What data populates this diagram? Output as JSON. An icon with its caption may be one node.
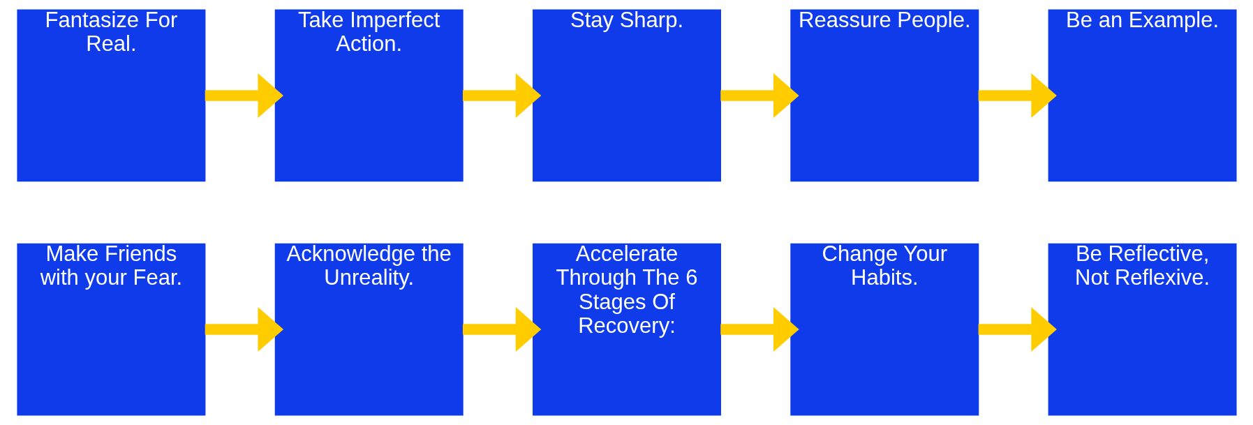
{
  "diagram": {
    "nodes": [
      {
        "text": [
          "Make Friends with your Fear."
        ]
      },
      {
        "text": [
          "Acknowledge the Unreality."
        ]
      },
      {
        "text": [
          "Accelerate Through The 6 Stages Of Recovery:"
        ]
      },
      {
        "text": [
          "Change Your Habits."
        ]
      },
      {
        "text": [
          "Be Reflective, Not Reflexive."
        ]
      },
      {
        "text": [
          "Fantasize For Real."
        ]
      },
      {
        "text": [
          "Take Imperfect Action."
        ]
      },
      {
        "text": [
          "Stay Sharp."
        ]
      },
      {
        "text": [
          "Reassure People."
        ]
      },
      {
        "text": [
          "Be an Example."
        ]
      }
    ],
    "edges": [
      {
        "from": 0,
        "to": 1,
        "arrow": "to"
      },
      {
        "from": 1,
        "to": 2,
        "arrow": "to"
      },
      {
        "from": 2,
        "to": 3,
        "arrow": "to"
      },
      {
        "from": 3,
        "to": 4,
        "arrow": "to"
      },
      {
        "from": 5,
        "to": 6,
        "arrow": "to"
      },
      {
        "from": 6,
        "to": 7,
        "arrow": "to"
      },
      {
        "from": 7,
        "to": 8,
        "arrow": "to"
      },
      {
        "from": 8,
        "to": 9,
        "arrow": "to"
      }
    ]
  }
}
